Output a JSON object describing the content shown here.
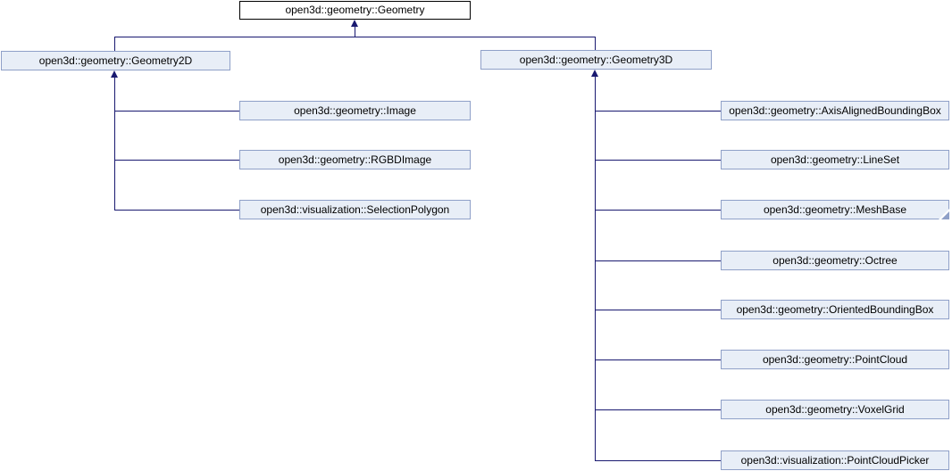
{
  "diagram_type": "class-inheritance-diagram",
  "colors": {
    "edge": "#191970",
    "node_fill": "#e8eef7",
    "node_border": "#8fa0c8",
    "root_fill": "#ffffff",
    "root_border": "#000000",
    "text": "#000000",
    "bg": "#ffffff"
  },
  "root": {
    "label": "open3d::geometry::Geometry"
  },
  "geometry2d": {
    "label": "open3d::geometry::Geometry2D"
  },
  "geometry3d": {
    "label": "open3d::geometry::Geometry3D"
  },
  "children2d": [
    {
      "label": "open3d::geometry::Image"
    },
    {
      "label": "open3d::geometry::RGBDImage"
    },
    {
      "label": "open3d::visualization::SelectionPolygon"
    }
  ],
  "children3d": [
    {
      "label": "open3d::geometry::AxisAlignedBoundingBox",
      "truncated": false
    },
    {
      "label": "open3d::geometry::LineSet",
      "truncated": false
    },
    {
      "label": "open3d::geometry::MeshBase",
      "truncated": true
    },
    {
      "label": "open3d::geometry::Octree",
      "truncated": false
    },
    {
      "label": "open3d::geometry::OrientedBoundingBox",
      "truncated": false
    },
    {
      "label": "open3d::geometry::PointCloud",
      "truncated": false
    },
    {
      "label": "open3d::geometry::VoxelGrid",
      "truncated": false
    },
    {
      "label": "open3d::visualization::PointCloudPicker",
      "truncated": false
    }
  ]
}
